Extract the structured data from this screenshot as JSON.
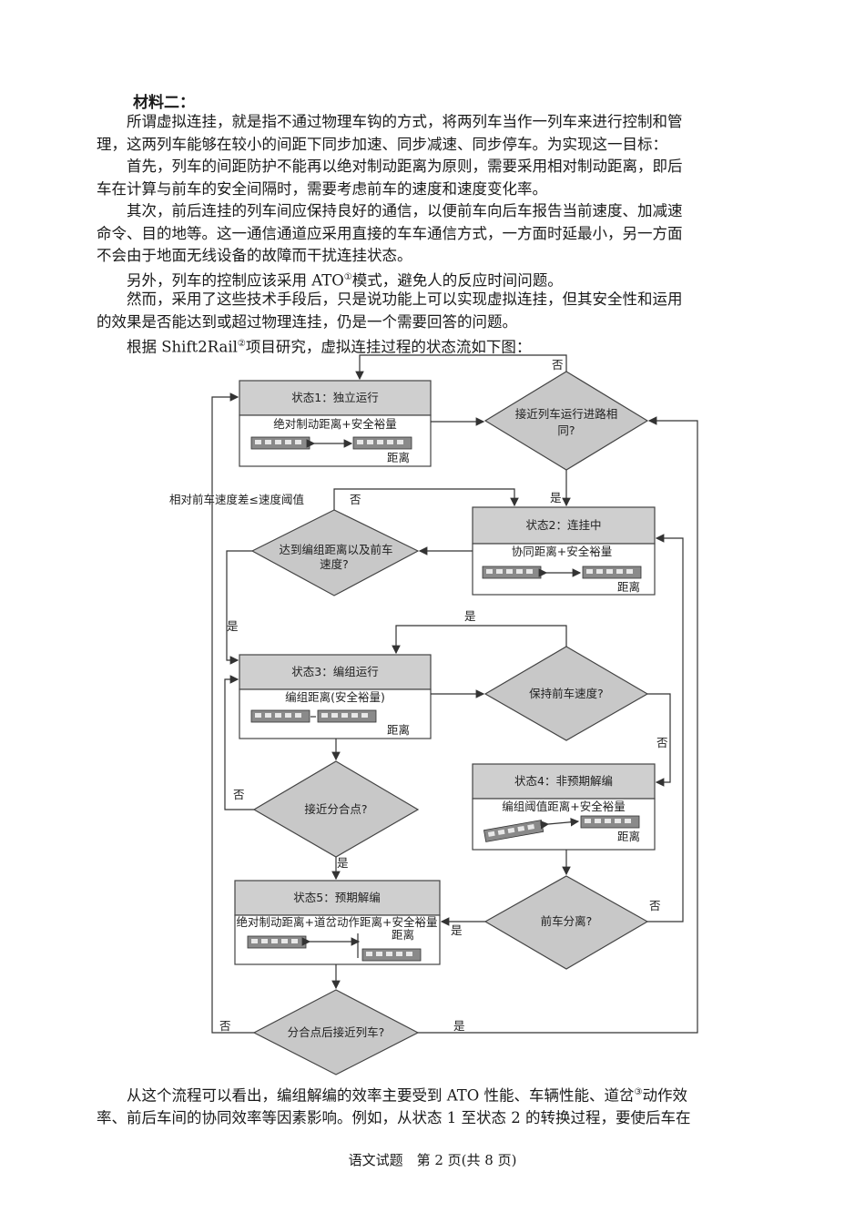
{
  "material": {
    "heading": "材料二：",
    "p1_l1": "所谓虚拟连挂，就是指不通过物理车钩的方式，将两列车当作一列车来进行控制和管",
    "p1_l2": "理，这两列车能够在较小的间距下同步加速、同步减速、同步停车。为实现这一目标：",
    "p2_l1": "首先，列车的间距防护不能再以绝对制动距离为原则，需要采用相对制动距离，即后",
    "p2_l2": "车在计算与前车的安全间隔时，需要考虑前车的速度和速度变化率。",
    "p3_l1": "其次，前后连挂的列车间应保持良好的通信，以便前车向后车报告当前速度、加减速",
    "p3_l2": "命令、目的地等。这一通信通道应采用直接的车车通信方式，一方面时延最小，另一方面",
    "p3_l3": "不会由于地面无线设备的故障而干扰连挂状态。",
    "p4_a": "另外，列车的控制应该采用 ATO",
    "p4_sup": "①",
    "p4_b": "模式，避免人的反应时间问题。",
    "p5_l1": "然而，采用了这些技术手段后，只是说功能上可以实现虚拟连挂，但其安全性和运用",
    "p5_l2": "的效果是否能达到或超过物理连挂，仍是一个需要回答的问题。",
    "p6_a": "根据 Shift2Rail",
    "p6_sup": "②",
    "p6_b": "项目研究，虚拟连挂过程的状态流如下图：",
    "p7_a": "从这个流程可以看出，编组解编的效率主要受到 ATO 性能、车辆性能、道岔",
    "p7_sup": "③",
    "p7_b": "动作效",
    "p7_l2": "率、前后车间的协同效率等因素影响。例如，从状态 1 至状态 2 的转换过程，要使后车在"
  },
  "diagram": {
    "state1_title": "状态1：独立运行",
    "state1_desc": "绝对制动距离+安全裕量",
    "state2_title": "状态2：连挂中",
    "state2_desc": "协同距离+安全裕量",
    "state3_title": "状态3：编组运行",
    "state3_desc": "编组距离(安全裕量)",
    "state4_title": "状态4：非预期解编",
    "state4_desc": "编组阈值距离+安全裕量",
    "state5_title": "状态5：预期解编",
    "state5_desc": "绝对制动距离+道岔动作距离+安全裕量",
    "distance": "距离",
    "d1_l1": "接近列车运行进路相",
    "d1_l2": "同?",
    "d2_l1": "达到编组距离以及前车",
    "d2_l2": "速度?",
    "d3": "保持前车速度?",
    "d4": "接近分合点?",
    "d5": "前车分离?",
    "d6": "分合点后接近列车?",
    "yes": "是",
    "no": "否",
    "threshold": "相对前车速度差≤速度阈值"
  },
  "footer": "语文试题　第 2 页(共 8 页)"
}
